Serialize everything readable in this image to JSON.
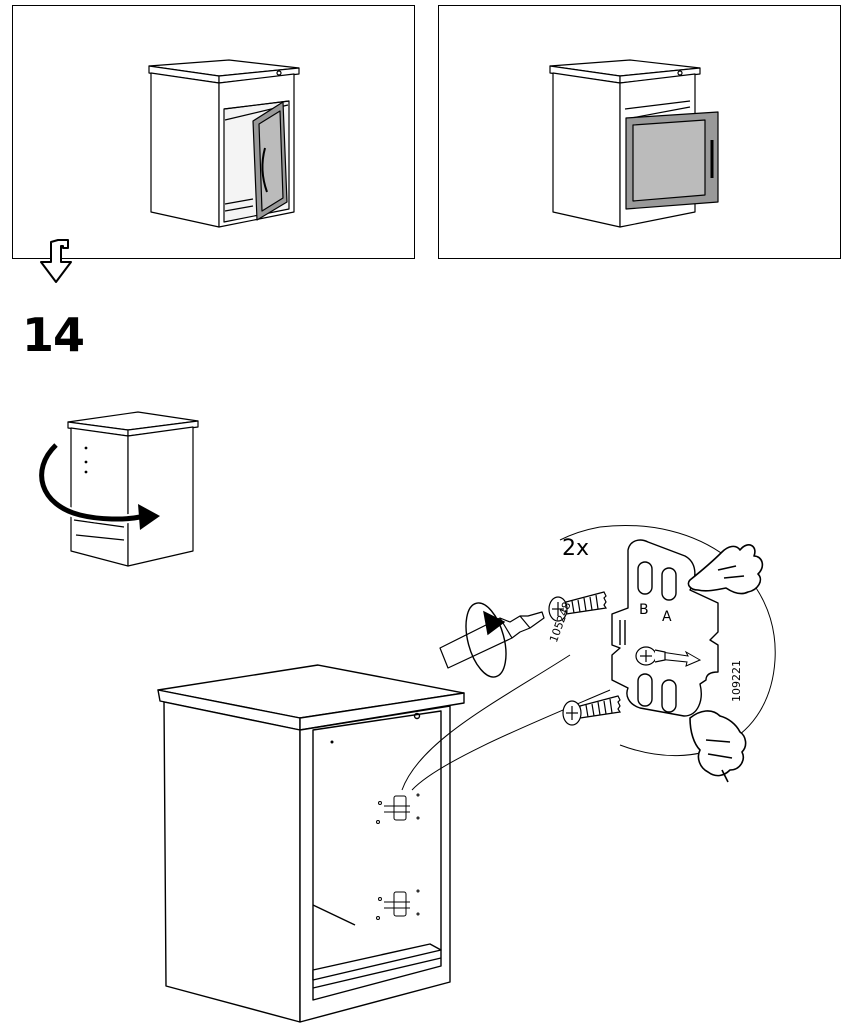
{
  "step": {
    "number": "14"
  },
  "callout": {
    "quantity": "2x",
    "screw_part_number": "105248",
    "plate_part_number": "109221",
    "slot_labels": [
      "B",
      "A"
    ]
  },
  "panels": [
    {
      "name": "door-open-view"
    },
    {
      "name": "door-removed-view"
    }
  ]
}
